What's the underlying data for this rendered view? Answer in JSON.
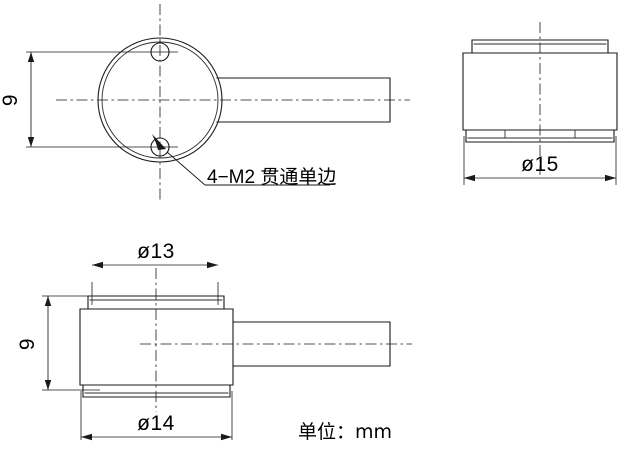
{
  "drawing": {
    "title": "Mechanical part technical drawing - three views",
    "units_note": "单位：mm",
    "background_color": "#ffffff",
    "line_color": "#1a1a1a",
    "views": {
      "top_left": {
        "name": "front-view-circular-face",
        "description": "Circular body face with two mounting holes and cable stub to the right",
        "height_dimension": "9",
        "hole_note": "4−M2 贯通单边"
      },
      "top_right": {
        "name": "side-view-profile",
        "description": "Side profile of the cylindrical body with stepped caps",
        "diameter_dimension": "ø15"
      },
      "bottom_left": {
        "name": "bottom-view-profile",
        "description": "Profile view of body with cable stub, top and bottom diameters",
        "top_diameter_dimension": "ø13",
        "bottom_diameter_dimension": "ø14",
        "height_dimension": "9"
      }
    },
    "dimensions": {
      "d15": "ø15",
      "d14": "ø14",
      "d13": "ø13",
      "h9_top": "9",
      "h9_bottom": "9"
    },
    "annotations": {
      "thread_callout": "4−M2 贯通单边",
      "unit_label": "单位：mm"
    }
  }
}
